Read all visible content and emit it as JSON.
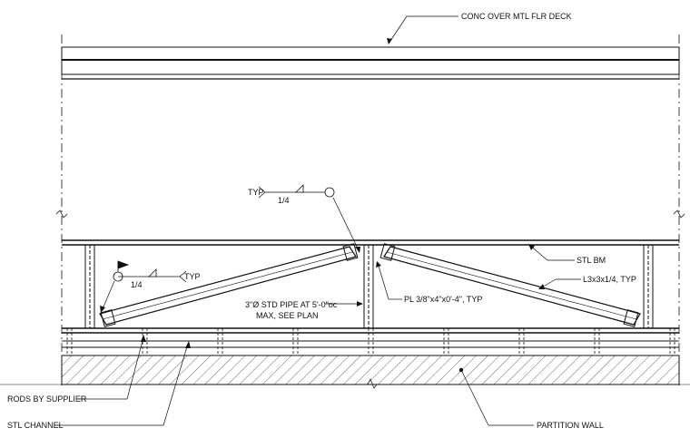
{
  "labels": {
    "deck": "CONC OVER MTL FLR DECK",
    "typ_top": "TYP",
    "weld_top": "1/4",
    "typ_left": "TYP",
    "weld_left": "1/4",
    "pipe_line1": "3\"Ø STD PIPE AT 5'-0\"oc",
    "pipe_line2": "MAX, SEE PLAN",
    "plate": "PL 3/8\"x4\"x0'-4\", TYP",
    "beam": "STL BM",
    "angle": "L3x3x1/4, TYP",
    "rods": "RODS BY SUPPLIER",
    "channel": "STL CHANNEL",
    "wall": "PARTITION WALL"
  }
}
